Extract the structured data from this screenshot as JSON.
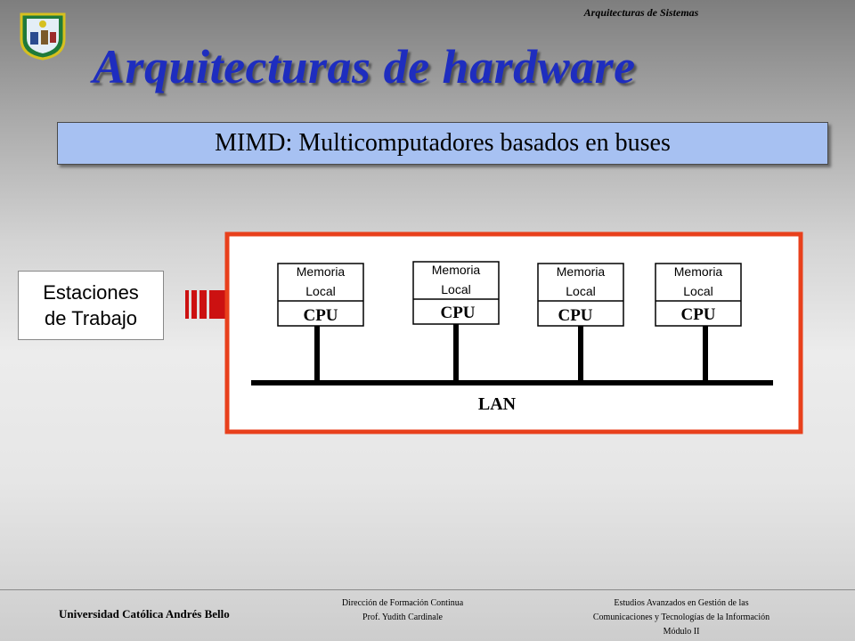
{
  "header": {
    "course_title": "Arquitecturas de Sistemas"
  },
  "slide": {
    "title": "Arquitecturas de hardware",
    "subtitle": "MIMD: Multicomputadores  basados en buses",
    "callout": {
      "line1": "Estaciones",
      "line2": "de Trabajo"
    }
  },
  "diagram": {
    "nodes": [
      {
        "memory_line1": "Memoria",
        "memory_line2": "Local",
        "cpu": "CPU"
      },
      {
        "memory_line1": "Memoria",
        "memory_line2": "Local",
        "cpu": "CPU"
      },
      {
        "memory_line1": "Memoria",
        "memory_line2": "Local",
        "cpu": "CPU"
      },
      {
        "memory_line1": "Memoria",
        "memory_line2": "Local",
        "cpu": "CPU"
      }
    ],
    "bus_label": "LAN",
    "frame_color": "#e8401c"
  },
  "footer": {
    "university": "Universidad Católica Andrés Bello",
    "center_line1": "Dirección  de  Formación Continua",
    "center_line2": "Prof. Yudith Cardinale",
    "right_line1": "Estudios Avanzados en Gestión  de las",
    "right_line2": "Comunicaciones  y Tecnologías  de la Información",
    "right_line3": "Módulo II"
  },
  "colors": {
    "title": "#1e2dbf",
    "subtitle_bg": "#a7c1f2",
    "arrow": "#cc1111"
  },
  "icons": {
    "logo": "university-shield-logo",
    "arrow": "striped-right-arrow-icon"
  }
}
